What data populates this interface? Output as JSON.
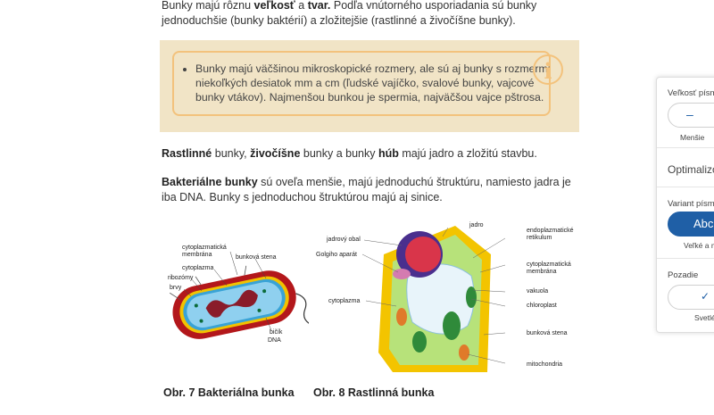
{
  "article": {
    "p1": {
      "a": "Bunky majú rôznu ",
      "b1": "veľkosť",
      "c": " a ",
      "b2": "tvar.",
      "d": " Podľa vnútorného usporiadania sú bunky jednoduchšie (bunky baktérií) a zložitejšie (rastlinné a živočíšne bunky)."
    },
    "info": {
      "text": "Bunky majú väčšinou mikroskopické rozmery, ale sú aj bunky s rozmermi niekoľkých desiatok mm a cm (ľudské vajíčko, svalové bunky, vajcové bunky vtákov). Najmenšou bunkou je spermia, najväčšou vajce pštrosa.",
      "icon": "info-icon"
    },
    "p2": {
      "b1": "Rastlinné",
      "a": " bunky, ",
      "b2": "živočíšne",
      "c": " bunky a bunky ",
      "b3": "húb",
      "d": " majú jadro a zložitú stavbu."
    },
    "p3": {
      "b1": "Bakteriálne bunky",
      "a": " sú oveľa menšie, majú jednoduchú štruktúru, namiesto jadra je iba DNA. Bunky s jednoduchou štruktúrou majú aj sinice."
    }
  },
  "figures": {
    "bacteria": {
      "caption": "Obr. 7 Bakteriálna bunka",
      "labels": {
        "cyto_mem": "cytoplazmatická\nmembrána",
        "wall": "bunková stena",
        "cytoplasm": "cytoplazma",
        "ribosomes": "ribozómy",
        "pili": "brvy",
        "flagellum": "bičík",
        "dna": "DNA"
      }
    },
    "plant": {
      "caption": "Obr. 8 Rastlinná bunka",
      "labels": {
        "nucleus": "jadro",
        "nuclear_env": "jadrový obal",
        "golgi": "Golgiho aparát",
        "er": "endoplazmatické\nretikulum",
        "cyto_mem": "cytoplazmatická\nmembrána",
        "cytoplasm": "cytoplazma",
        "vacuole": "vakuola",
        "chloroplast": "chloroplast",
        "wall": "bunková stena",
        "mito": "mitochondria"
      }
    }
  },
  "settings_panel": {
    "font_size_label": "Veľkosť písma",
    "minus": "–",
    "smaller": "Menšie",
    "optimize": "Optimalizo",
    "variant_label": "Variant písma",
    "variant_btn": "Abc",
    "variant_sub": "Veľké a m",
    "background_label": "Pozadie",
    "check": "✓",
    "light": "Svetlé"
  }
}
